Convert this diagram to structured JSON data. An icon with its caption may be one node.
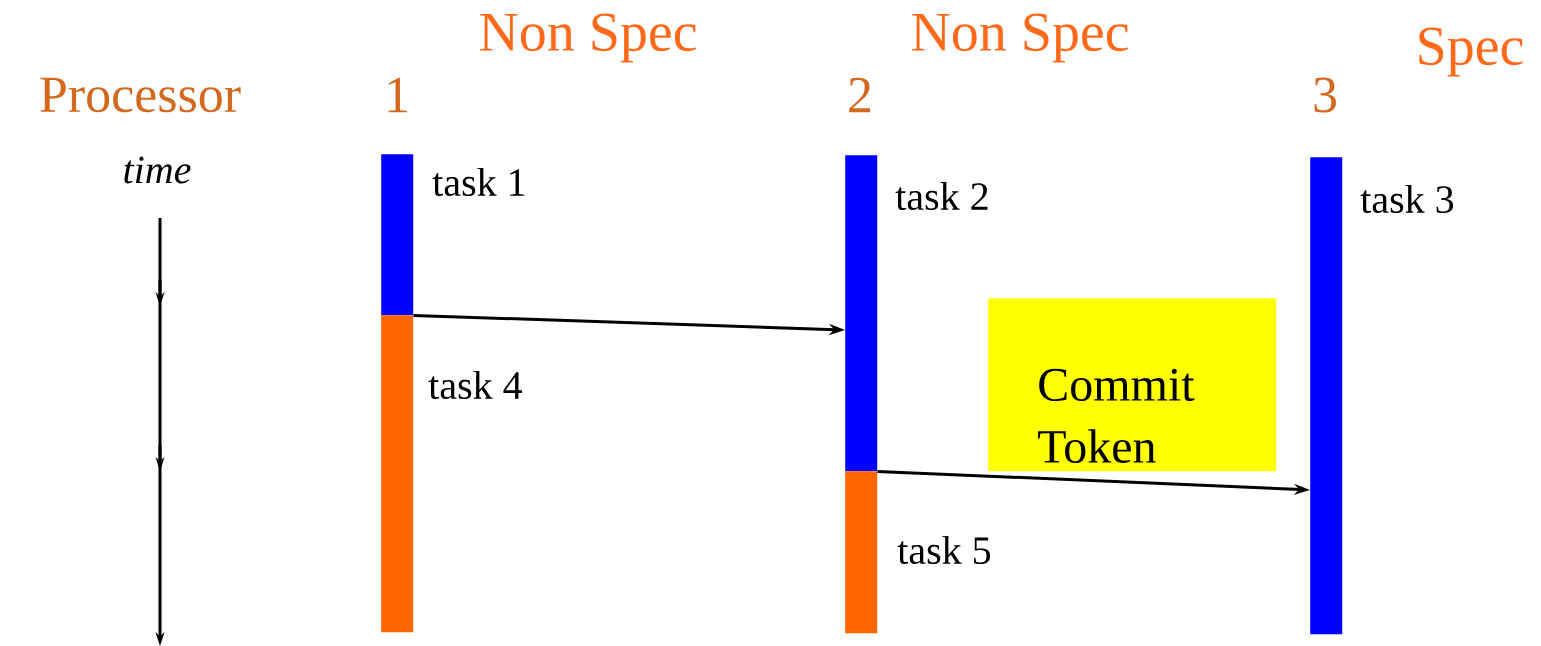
{
  "diagram": {
    "nodes": [
      {
        "text": [],
        "shape": "bar",
        "beside": [
          "task 1"
        ]
      },
      {
        "text": [],
        "shape": "bar",
        "beside": [
          "task 4"
        ]
      },
      {
        "text": [],
        "shape": "bar",
        "beside": [
          "task 2"
        ]
      },
      {
        "text": [],
        "shape": "bar",
        "beside": [
          "task 5"
        ]
      },
      {
        "text": [],
        "shape": "bar",
        "beside": [
          "task 3"
        ]
      },
      {
        "text": [
          "Commit Token"
        ]
      }
    ],
    "edges": [
      {
        "from": 0,
        "to": 2,
        "arrow": "to"
      },
      {
        "from": 2,
        "to": 4,
        "arrow": "to"
      }
    ],
    "labels": [
      "Non Spec",
      "Non Spec",
      "Spec",
      "Processor",
      "1",
      "2",
      "3",
      "time"
    ]
  }
}
